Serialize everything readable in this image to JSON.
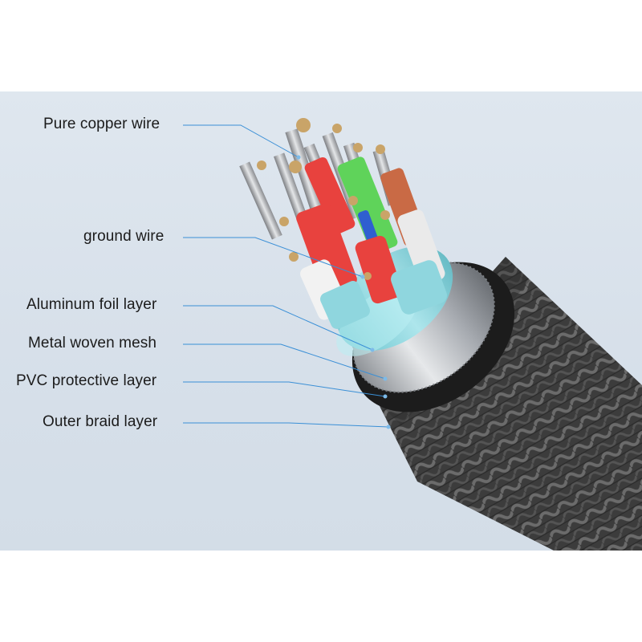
{
  "labels": {
    "copper": "Pure copper wire",
    "ground": "ground wire",
    "foil": "Aluminum foil layer",
    "mesh": "Metal woven mesh",
    "pvc": "PVC protective layer",
    "braid": "Outer braid layer"
  },
  "colors": {
    "background": "#dbe3ec",
    "leader_line": "#3a8fd6",
    "braid": "#3e3e3e",
    "pvc": "#1c1c1c",
    "mesh": "#b9bdc2",
    "foil": "#8fd6de",
    "red_insulation": "#e8423e",
    "green_insulation": "#5fd35a",
    "orange_insulation": "#c96a45",
    "white_insulation": "#f0f0f0",
    "copper_strands": "#c9a468"
  }
}
